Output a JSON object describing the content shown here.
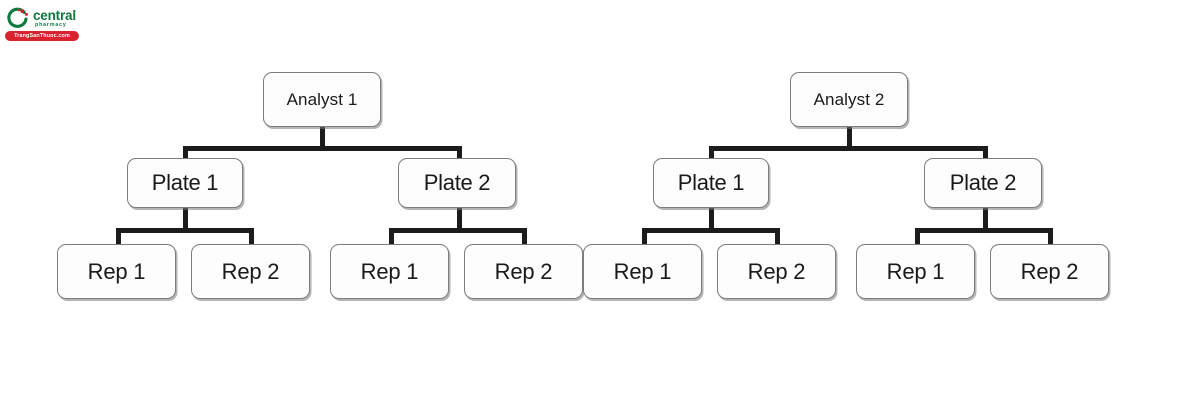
{
  "logo": {
    "name": "central",
    "tagline": "pharmacy",
    "banner": "TrangSanThuoc.com",
    "mark_icon": "c-ring-icon",
    "brand_green": "#0f7a3d",
    "brand_red": "#d9232e"
  },
  "diagram": {
    "type": "hierarchy-tree",
    "node_fill": "#fdfdfd",
    "node_border": "#7d7d7d",
    "connector_color": "#1c1c1c",
    "levels": [
      "Analyst",
      "Plate",
      "Rep"
    ],
    "trees": [
      {
        "root": "Analyst 1",
        "children": [
          {
            "label": "Plate 1",
            "children": [
              {
                "label": "Rep 1"
              },
              {
                "label": "Rep 2"
              }
            ]
          },
          {
            "label": "Plate 2",
            "children": [
              {
                "label": "Rep 1"
              },
              {
                "label": "Rep 2"
              }
            ]
          }
        ]
      },
      {
        "root": "Analyst 2",
        "children": [
          {
            "label": "Plate 1",
            "children": [
              {
                "label": "Rep 1"
              },
              {
                "label": "Rep 2"
              }
            ]
          },
          {
            "label": "Plate 2",
            "children": [
              {
                "label": "Rep 1"
              },
              {
                "label": "Rep 2"
              }
            ]
          }
        ]
      }
    ]
  }
}
